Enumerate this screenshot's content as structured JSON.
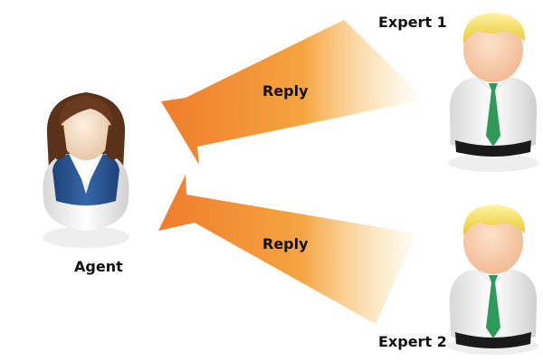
{
  "agent": {
    "label": "Agent"
  },
  "experts": [
    {
      "label": "Expert 1"
    },
    {
      "label": "Expert 2"
    }
  ],
  "arrows": [
    {
      "label": "Reply",
      "from": "Expert 1",
      "to": "Agent"
    },
    {
      "label": "Reply",
      "from": "Expert 2",
      "to": "Agent"
    }
  ],
  "colors": {
    "arrow": "#f08a30",
    "agent_vest": "#2f5a96",
    "agent_hair": "#5a3219",
    "expert_hair": "#f0d840",
    "expert_tie": "#2e9a5a",
    "skin": "#f6dcc0"
  },
  "icons": {
    "agent": "female-person-icon",
    "expert": "male-person-icon"
  }
}
